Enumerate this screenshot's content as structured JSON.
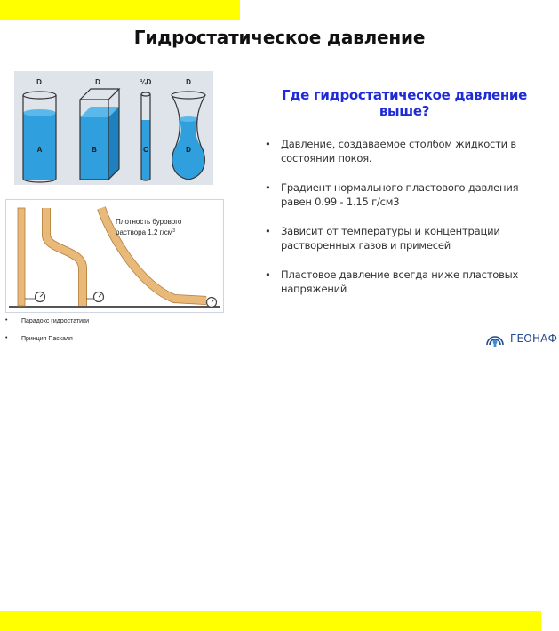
{
  "title": "Гидростатическое давление",
  "vessels": {
    "labels_top": [
      "D",
      "D",
      "¼D",
      "D"
    ],
    "labels_inner": [
      "A",
      "B",
      "C",
      "D"
    ],
    "colors": {
      "panel": "#dfe3ea",
      "water": "#2f9fdd",
      "water_dark": "#1f7fbf",
      "outline": "#333333"
    }
  },
  "pipes": {
    "label_line1": "Плотность бурового",
    "label_line2": "раствора 1.2 г/см",
    "label_superscript": "3",
    "colors": {
      "pipe": "#e8b978",
      "pipe_edge": "#b07d3c"
    }
  },
  "captions": [
    "Парадокс гидростатики",
    "Принцип Паскаля"
  ],
  "question": "Где гидростатическое давление выше?",
  "bullets": [
    "Давление, создаваемое столбом жидкости в состоянии покоя.",
    "Градиент нормального пластового давления равен 0.99 - 1.15 г/см3",
    "Зависит от температуры и концентрации растворенных газов и примесей",
    "Пластовое давление всегда ниже пластовых напряжений"
  ],
  "logo": {
    "text": "ГЕОНАФ",
    "icon": "geonaf-logo-icon",
    "color": "#234a8c"
  },
  "accent": "#ffff00"
}
